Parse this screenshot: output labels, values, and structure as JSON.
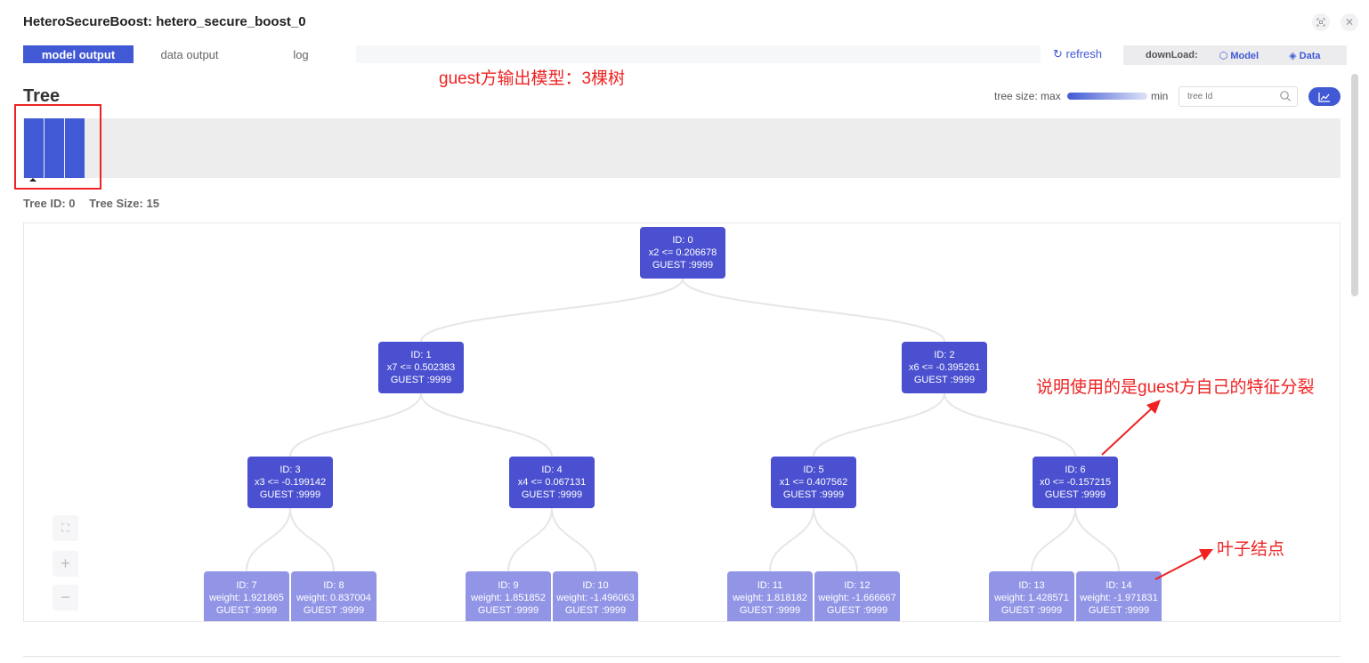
{
  "dialog": {
    "title": "HeteroSecureBoost: hetero_secure_boost_0",
    "fullscreen_icon": "fullscreen-icon",
    "close_icon": "close-icon",
    "close_glyph": "✕"
  },
  "tabs": [
    {
      "label": "model output",
      "active": true
    },
    {
      "label": "data output",
      "active": false
    },
    {
      "label": "log",
      "active": false
    }
  ],
  "toolbar": {
    "refresh_label": "refresh",
    "download_label": "downLoad:",
    "download_model": "Model",
    "download_data": "Data"
  },
  "annotations": {
    "guest_model": "guest方输出模型：3棵树",
    "guest_split": "说明使用的是guest方自己的特征分裂",
    "leaf": "叶子结点"
  },
  "section": {
    "title": "Tree",
    "tree_size_max": "tree size: max",
    "tree_size_min": "min",
    "tree_id_placeholder": "tree Id",
    "accent": "#4159d4"
  },
  "tree_strip": {
    "count": 3
  },
  "tree_info": {
    "tree_id": "Tree ID: 0",
    "tree_size": "Tree Size: 15"
  },
  "colors": {
    "split_node": "#4a50cf",
    "leaf_node": "#9295e6",
    "annotation": "#ee2222"
  },
  "tree": {
    "nodes": [
      {
        "id": "ID: 0",
        "rule": "x2 <= 0.206678",
        "party": "GUEST :9999",
        "type": "split"
      },
      {
        "id": "ID: 1",
        "rule": "x7 <= 0.502383",
        "party": "GUEST :9999",
        "type": "split"
      },
      {
        "id": "ID: 2",
        "rule": "x6 <= -0.395261",
        "party": "GUEST :9999",
        "type": "split"
      },
      {
        "id": "ID: 3",
        "rule": "x3 <= -0.199142",
        "party": "GUEST :9999",
        "type": "split"
      },
      {
        "id": "ID: 4",
        "rule": "x4 <= 0.067131",
        "party": "GUEST :9999",
        "type": "split"
      },
      {
        "id": "ID: 5",
        "rule": "x1 <= 0.407562",
        "party": "GUEST :9999",
        "type": "split"
      },
      {
        "id": "ID: 6",
        "rule": "x0 <= -0.157215",
        "party": "GUEST :9999",
        "type": "split"
      },
      {
        "id": "ID: 7",
        "rule": "weight: 1.921865",
        "party": "GUEST :9999",
        "type": "leaf"
      },
      {
        "id": "ID: 8",
        "rule": "weight: 0.837004",
        "party": "GUEST :9999",
        "type": "leaf"
      },
      {
        "id": "ID: 9",
        "rule": "weight: 1.851852",
        "party": "GUEST :9999",
        "type": "leaf"
      },
      {
        "id": "ID: 10",
        "rule": "weight: -1.496063",
        "party": "GUEST :9999",
        "type": "leaf"
      },
      {
        "id": "ID: 11",
        "rule": "weight: 1.818182",
        "party": "GUEST :9999",
        "type": "leaf"
      },
      {
        "id": "ID: 12",
        "rule": "weight: -1.666667",
        "party": "GUEST :9999",
        "type": "leaf"
      },
      {
        "id": "ID: 13",
        "rule": "weight: 1.428571",
        "party": "GUEST :9999",
        "type": "leaf"
      },
      {
        "id": "ID: 14",
        "rule": "weight: -1.971831",
        "party": "GUEST :9999",
        "type": "leaf"
      }
    ]
  }
}
